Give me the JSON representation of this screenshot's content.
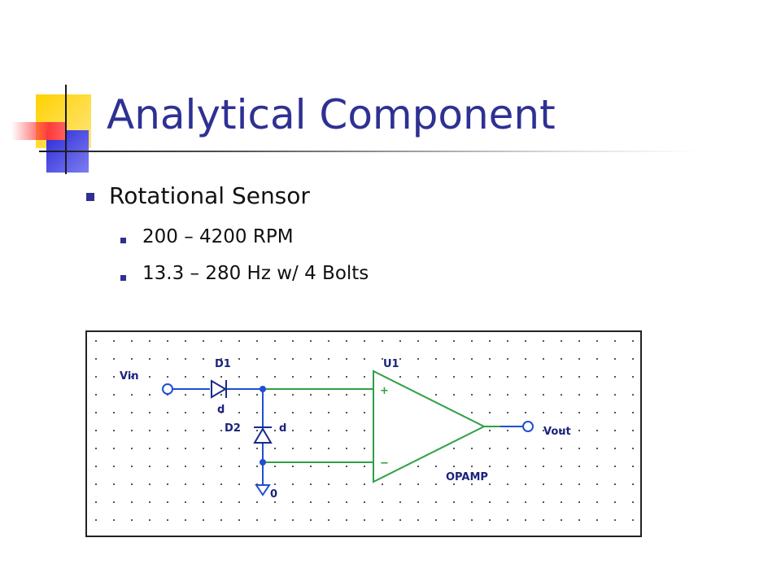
{
  "slide": {
    "title": "Analytical Component",
    "bullets": [
      {
        "text": "Rotational Sensor",
        "level": 1
      },
      {
        "text": "200 – 4200 RPM",
        "level": 2
      },
      {
        "text": "13.3 – 280 Hz w/ 4 Bolts",
        "level": 2
      }
    ]
  },
  "schematic": {
    "labels": {
      "vin": "Vin",
      "d1": "D1",
      "d1_model": "d",
      "d2": "D2",
      "d2_model": "d",
      "u1": "U1",
      "plus": "+",
      "minus": "−",
      "vout": "Vout",
      "opamp": "OPAMP",
      "gnd": "0"
    },
    "colors": {
      "wire": "#1f4fd1",
      "component": "#2ea043",
      "text": "#1a237e",
      "grid_dot": "#555555"
    }
  },
  "colors": {
    "title": "#2e3192",
    "bullet": "#2e3192",
    "accent_yellow": "#ffd200",
    "accent_red": "#ff3b3b",
    "accent_blue": "#3030d0"
  }
}
